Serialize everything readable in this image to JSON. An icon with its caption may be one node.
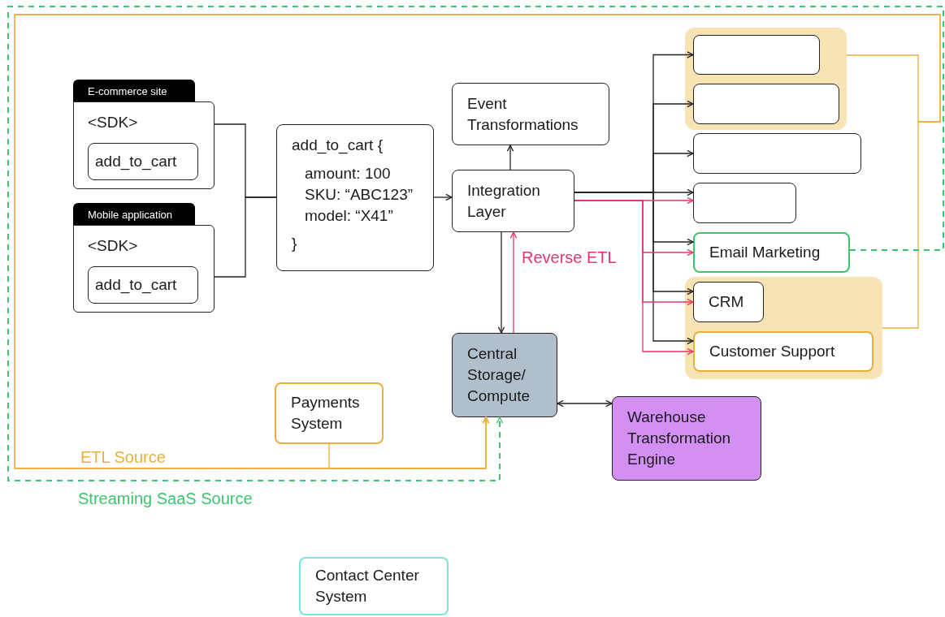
{
  "diagram": {
    "nodes": [
      {
        "text": [
          "E-commerce site",
          "<SDK>"
        ]
      },
      {
        "text": [
          "add_to_cart"
        ],
        "in": 0
      },
      {
        "text": [
          "Mobile application",
          "<SDK>"
        ]
      },
      {
        "text": [
          "add_to_cart"
        ],
        "in": 2
      },
      {
        "text": [
          "add_to_cart {",
          "amount: 100 SKU: “ABC123” model: “X41”",
          "}"
        ]
      },
      {
        "text": [
          "Event Transformations"
        ]
      },
      {
        "text": [
          "Integration Layer"
        ]
      },
      {
        "text": [
          "Central Storage/ Compute"
        ]
      },
      {
        "text": [
          "Warehouse Transformation Engine"
        ]
      },
      {
        "text": [
          "Payments System"
        ]
      },
      {
        "text": [
          "Contact Center System"
        ]
      },
      {
        "text": [],
        "shape": "box"
      },
      {
        "text": [],
        "shape": "box",
        "in": 11
      },
      {
        "text": [],
        "shape": "box",
        "in": 11
      },
      {
        "text": [],
        "shape": "box"
      },
      {
        "text": [],
        "shape": "box"
      },
      {
        "text": [
          "Email Marketing"
        ]
      },
      {
        "text": [],
        "shape": "box"
      },
      {
        "text": [
          "CRM"
        ],
        "in": 17
      },
      {
        "text": [
          "Customer Support"
        ],
        "in": 17
      }
    ],
    "edges": [
      {
        "from": 0,
        "to": 4,
        "arrow": "none"
      },
      {
        "from": 2,
        "to": 4,
        "arrow": "none"
      },
      {
        "from": 4,
        "to": 6,
        "arrow": "to"
      },
      {
        "from": 6,
        "to": 5,
        "arrow": "to"
      },
      {
        "from": 6,
        "to": 7,
        "arrow": "to"
      },
      {
        "from": 7,
        "to": 6,
        "arrow": "to",
        "label": "Reverse ETL",
        "color": "#e8336b"
      },
      {
        "from": 6,
        "to": 12,
        "arrow": "to"
      },
      {
        "from": 6,
        "to": 13,
        "arrow": "to"
      },
      {
        "from": 6,
        "to": 14,
        "arrow": "to"
      },
      {
        "from": 6,
        "to": 15,
        "arrow": "to"
      },
      {
        "from": 6,
        "to": 16,
        "arrow": "to"
      },
      {
        "from": 6,
        "to": 18,
        "arrow": "to"
      },
      {
        "from": 6,
        "to": 19,
        "arrow": "to"
      },
      {
        "from": 6,
        "to": 15,
        "arrow": "to",
        "color": "#e8336b"
      },
      {
        "from": 6,
        "to": 16,
        "arrow": "to",
        "color": "#e8336b"
      },
      {
        "from": 6,
        "to": 18,
        "arrow": "to",
        "color": "#e8336b"
      },
      {
        "from": 6,
        "to": 19,
        "arrow": "to",
        "color": "#e8336b"
      },
      {
        "from": 7,
        "to": 8,
        "arrow": "both"
      },
      {
        "from": 9,
        "to": 7,
        "arrow": "to",
        "color": "#e8b03a"
      },
      {
        "from": 11,
        "to": 7,
        "arrow": "to",
        "label": "ETL Source",
        "color": "#e8b03a"
      },
      {
        "from": 17,
        "to": 7,
        "arrow": "to",
        "color": "#e8b03a"
      },
      {
        "from": 16,
        "to": 7,
        "arrow": "to",
        "label": "Streaming SaaS Source",
        "style": "dashed",
        "color": "#3ec46d"
      }
    ]
  }
}
